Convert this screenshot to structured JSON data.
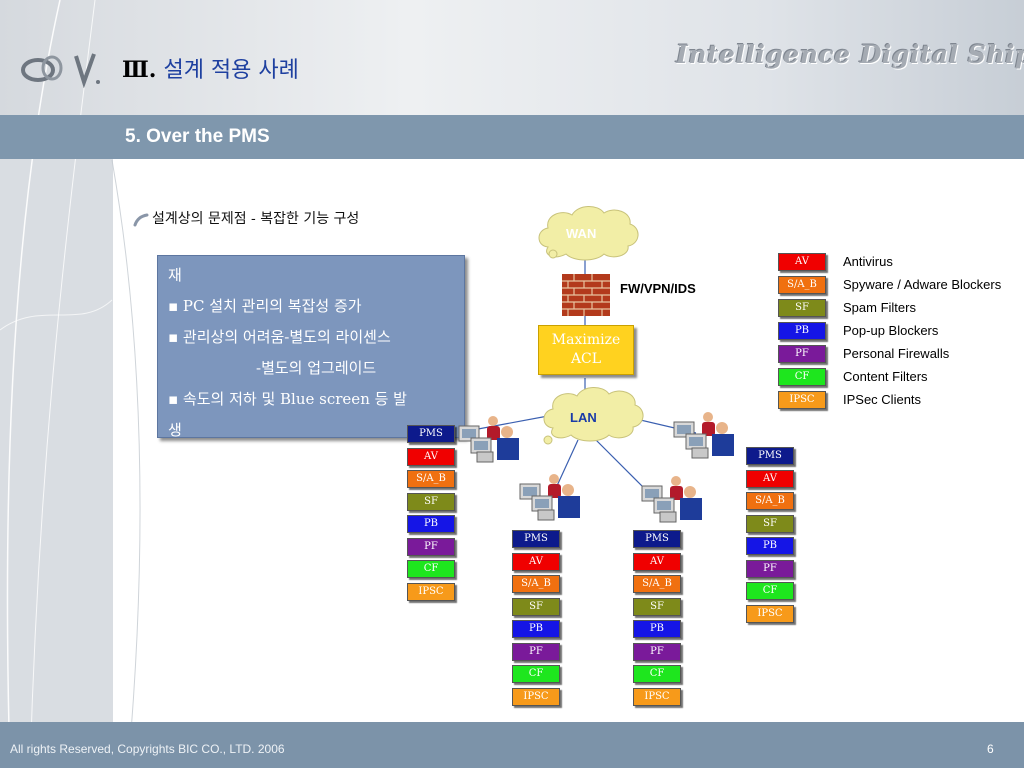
{
  "header": {
    "title_number": "Ⅲ.",
    "title_text": "설계 적용 사례",
    "brand": "Intelligence Digital Ship's",
    "subtitle": "5. Over the PMS"
  },
  "content": {
    "heading": "설계상의 문제점 - 복잡한 기능 구성",
    "box_lines": [
      "재",
      "▪ PC 설치 관리의 복잡성 증가",
      "▪ 관리상의 어려움-별도의 라이센스",
      "-별도의 업그레이드",
      "▪ 속도의 저하 및 Blue screen 등 발",
      "생"
    ]
  },
  "network": {
    "wan_label": "WAN",
    "lan_label": "LAN",
    "firewall_label": "FW/VPN/IDS",
    "acl_lines": [
      "Maximize",
      "ACL"
    ]
  },
  "colors": {
    "PMS": "#0d1a8c",
    "AV": "#f00000",
    "S/A_B": "#f07010",
    "SF": "#7e8a1a",
    "PB": "#1515e6",
    "PF": "#7a1a9a",
    "CF": "#1ee61e",
    "IPSC": "#f79a1a"
  },
  "legend": [
    {
      "tag": "AV",
      "label": "Antivirus"
    },
    {
      "tag": "S/A_B",
      "label": "Spyware / Adware Blockers"
    },
    {
      "tag": "SF",
      "label": "Spam Filters"
    },
    {
      "tag": "PB",
      "label": "Pop-up Blockers"
    },
    {
      "tag": "PF",
      "label": "Personal Firewalls"
    },
    {
      "tag": "CF",
      "label": "Content Filters"
    },
    {
      "tag": "IPSC",
      "label": "IPSec Clients"
    }
  ],
  "client_stack": [
    "PMS",
    "AV",
    "S/A_B",
    "SF",
    "PB",
    "PF",
    "CF",
    "IPSC"
  ],
  "footer": {
    "copyright": "All rights Reserved, Copyrights BIC CO., LTD. 2006",
    "page": "6"
  }
}
